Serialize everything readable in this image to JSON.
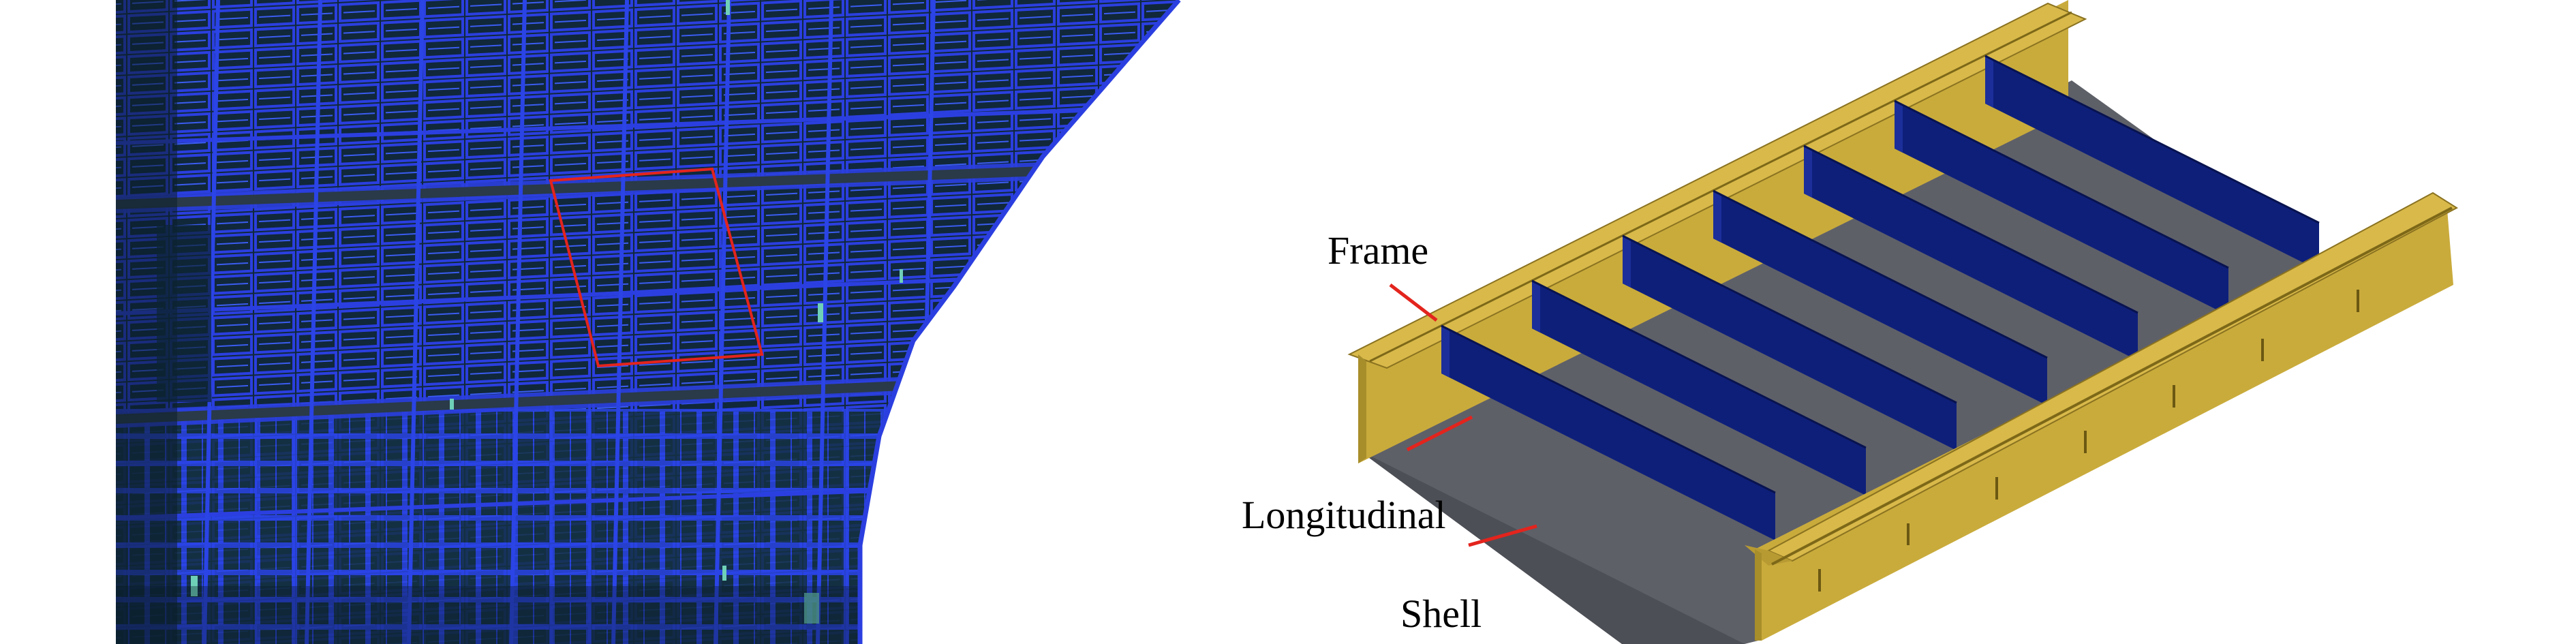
{
  "labels": {
    "frame": "Frame",
    "longitudinal": "Longitudinal",
    "shell": "Shell"
  },
  "colors": {
    "mesh_background": "#0f2736",
    "mesh_lines": "#2b3fe0",
    "mesh_highlight": "#6fd0b8",
    "selection_box": "#e3241d",
    "frame": "#c9ab3c",
    "frame_dark": "#a88e2b",
    "longitudinal": "#0e1f7a",
    "longitudinal_side": "#1b2e9a",
    "shell": "#5e6068",
    "shell_shade": "#4a4c53",
    "leader_lines": "#e3241d"
  }
}
